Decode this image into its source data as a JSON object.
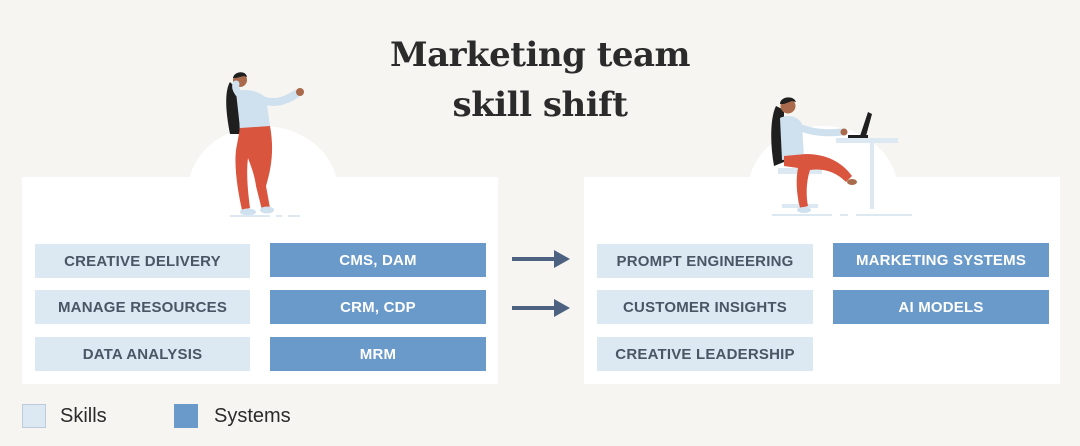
{
  "title": {
    "line1": "Marketing team",
    "line2": "skill shift"
  },
  "before": {
    "skills": [
      "CREATIVE DELIVERY",
      "MANAGE RESOURCES",
      "DATA ANALYSIS"
    ],
    "systems": [
      "CMS, DAM",
      "CRM, CDP",
      "MRM"
    ]
  },
  "after": {
    "skills": [
      "PROMPT ENGINEERING",
      "CUSTOMER INSIGHTS",
      "CREATIVE LEADERSHIP"
    ],
    "systems": [
      "MARKETING SYSTEMS",
      "AI MODELS"
    ]
  },
  "legend": {
    "skills_label": "Skills",
    "systems_label": "Systems"
  },
  "colors": {
    "background": "#f6f5f2",
    "panel": "#ffffff",
    "skill_fill": "#dde9f2",
    "skill_text": "#4a5566",
    "system_fill": "#6a9ac9",
    "system_text": "#ffffff",
    "arrow": "#4d6280",
    "title_text": "#2b2b2b"
  },
  "icons": {
    "before_figure": "standing-woman-illustration",
    "after_figure": "seated-woman-laptop-illustration",
    "arrow": "arrow-right-icon"
  }
}
